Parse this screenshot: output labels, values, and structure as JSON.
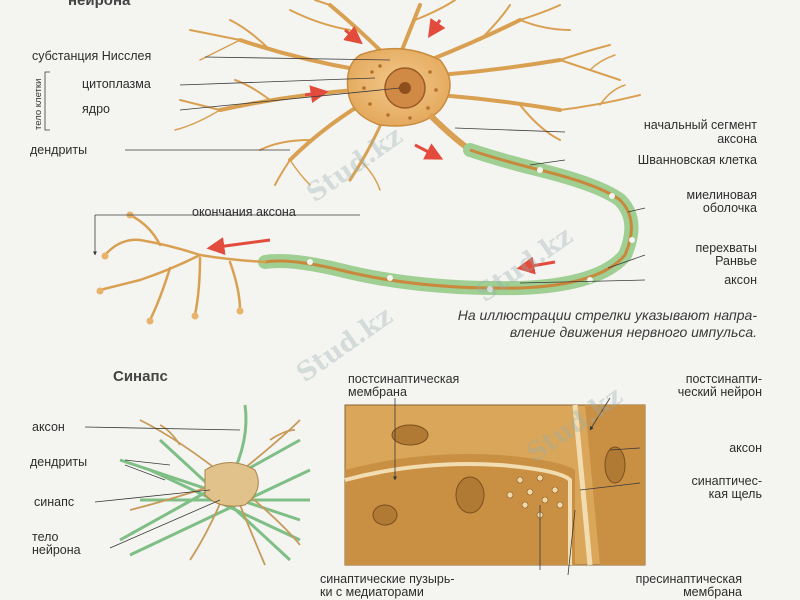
{
  "header_fragment": "нейрона",
  "neuron": {
    "labels": {
      "nissl": "субстанция Нисслея",
      "cell_body": "тело клетки",
      "cytoplasm": "цитоплазма",
      "nucleus": "ядро",
      "dendrites": "дендриты",
      "axon_endings": "окончания аксона",
      "initial_segment_1": "начальный сегмент",
      "initial_segment_2": "аксона",
      "schwann": "Шванновская клетка",
      "myelin_1": "миелиновая",
      "myelin_2": "оболочка",
      "ranvier_1": "перехваты",
      "ranvier_2": "Ранвье",
      "axon": "аксон"
    },
    "caption_1": "На иллюстрации стрелки указывают напра-",
    "caption_2": "вление движения нервного импульса."
  },
  "synapse": {
    "title": "Синапс",
    "left_labels": {
      "axon": "аксон",
      "dendrites": "дендриты",
      "synapse": "синапс",
      "body_1": "тело",
      "body_2": "нейрона"
    },
    "detail_labels": {
      "postsyn_membrane_1": "постсинаптическая",
      "postsyn_membrane_2": "мембрана",
      "postsyn_neuron_1": "постсинапти-",
      "postsyn_neuron_2": "ческий нейрон",
      "axon": "аксон",
      "cleft_1": "синаптичес-",
      "cleft_2": "кая щель",
      "vesicles_1": "синаптические пузырь-",
      "vesicles_2": "ки с медиаторами",
      "presyn_1": "пресинаптическая",
      "presyn_2": "мембрана"
    }
  },
  "watermark": "Stud.kz",
  "colors": {
    "cell_body": "#e8b36a",
    "dendrite": "#d9a052",
    "myelin": "#9fcf92",
    "arrow": "#e34b3c",
    "synapse_bg": "#d9a65a",
    "leader": "#3a3a3a"
  }
}
